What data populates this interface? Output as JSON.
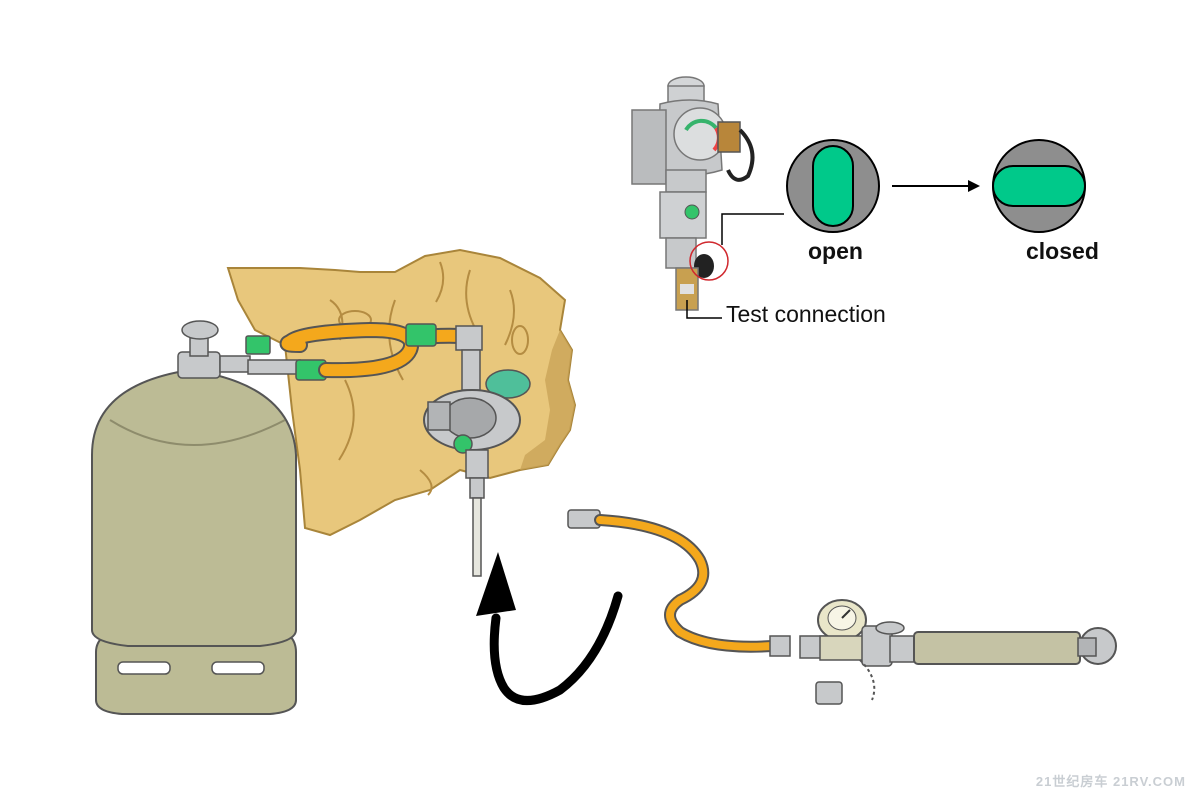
{
  "labels": {
    "open": "open",
    "closed": "closed",
    "test_connection": "Test connection"
  },
  "valve_states": [
    "open",
    "closed"
  ],
  "watermark_text": "21世纪房车 21RV.COM",
  "colors": {
    "wood": "#e8c77c",
    "wood_dark": "#a9853a",
    "cylinder": "#bcbb95",
    "hose": "#f4a81c",
    "valve_green": "#00c98a",
    "valve_grey": "#8e8e8e",
    "connector_green": "#33c46a",
    "metal": "#c7c9cb",
    "highlight_circle": "#d0282e"
  },
  "icons": [
    "gas-cylinder",
    "regulator",
    "wall-panel",
    "hose",
    "test-gauge",
    "curved-arrow",
    "straight-arrow"
  ]
}
